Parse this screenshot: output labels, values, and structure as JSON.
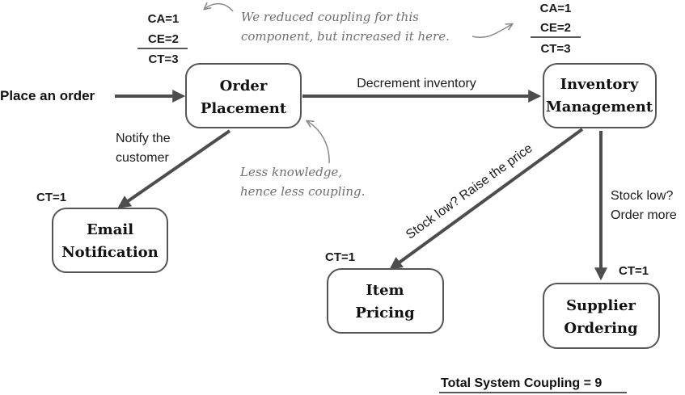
{
  "entry_label": "Place an order",
  "nodes": {
    "order_placement": {
      "line1": "Order",
      "line2": "Placement"
    },
    "inventory_management": {
      "line1": "Inventory",
      "line2": "Management"
    },
    "email_notification": {
      "line1": "Email",
      "line2": "Notification"
    },
    "item_pricing": {
      "line1": "Item",
      "line2": "Pricing"
    },
    "supplier_ordering": {
      "line1": "Supplier",
      "line2": "Ordering"
    }
  },
  "edges": {
    "decrement_inventory": "Decrement inventory",
    "notify_line1": "Notify the",
    "notify_line2": "customer",
    "stock_low_price": "Stock low? Raise the price",
    "stock_low_order_line1": "Stock low?",
    "stock_low_order_line2": "Order more"
  },
  "metrics": {
    "order_placement": {
      "ca": "CA=1",
      "ce": "CE=2",
      "ct": "CT=3"
    },
    "inventory_management": {
      "ca": "CA=1",
      "ce": "CE=2",
      "ct": "CT=3"
    },
    "email_notification": {
      "ct": "CT=1"
    },
    "item_pricing": {
      "ct": "CT=1"
    },
    "supplier_ordering": {
      "ct": "CT=1"
    }
  },
  "annotations": {
    "coupling_line1": "We reduced coupling for this",
    "coupling_line2": "component, but increased it here.",
    "knowledge_line1": "Less knowledge,",
    "knowledge_line2": "hence less coupling."
  },
  "total": "Total System Coupling = 9"
}
